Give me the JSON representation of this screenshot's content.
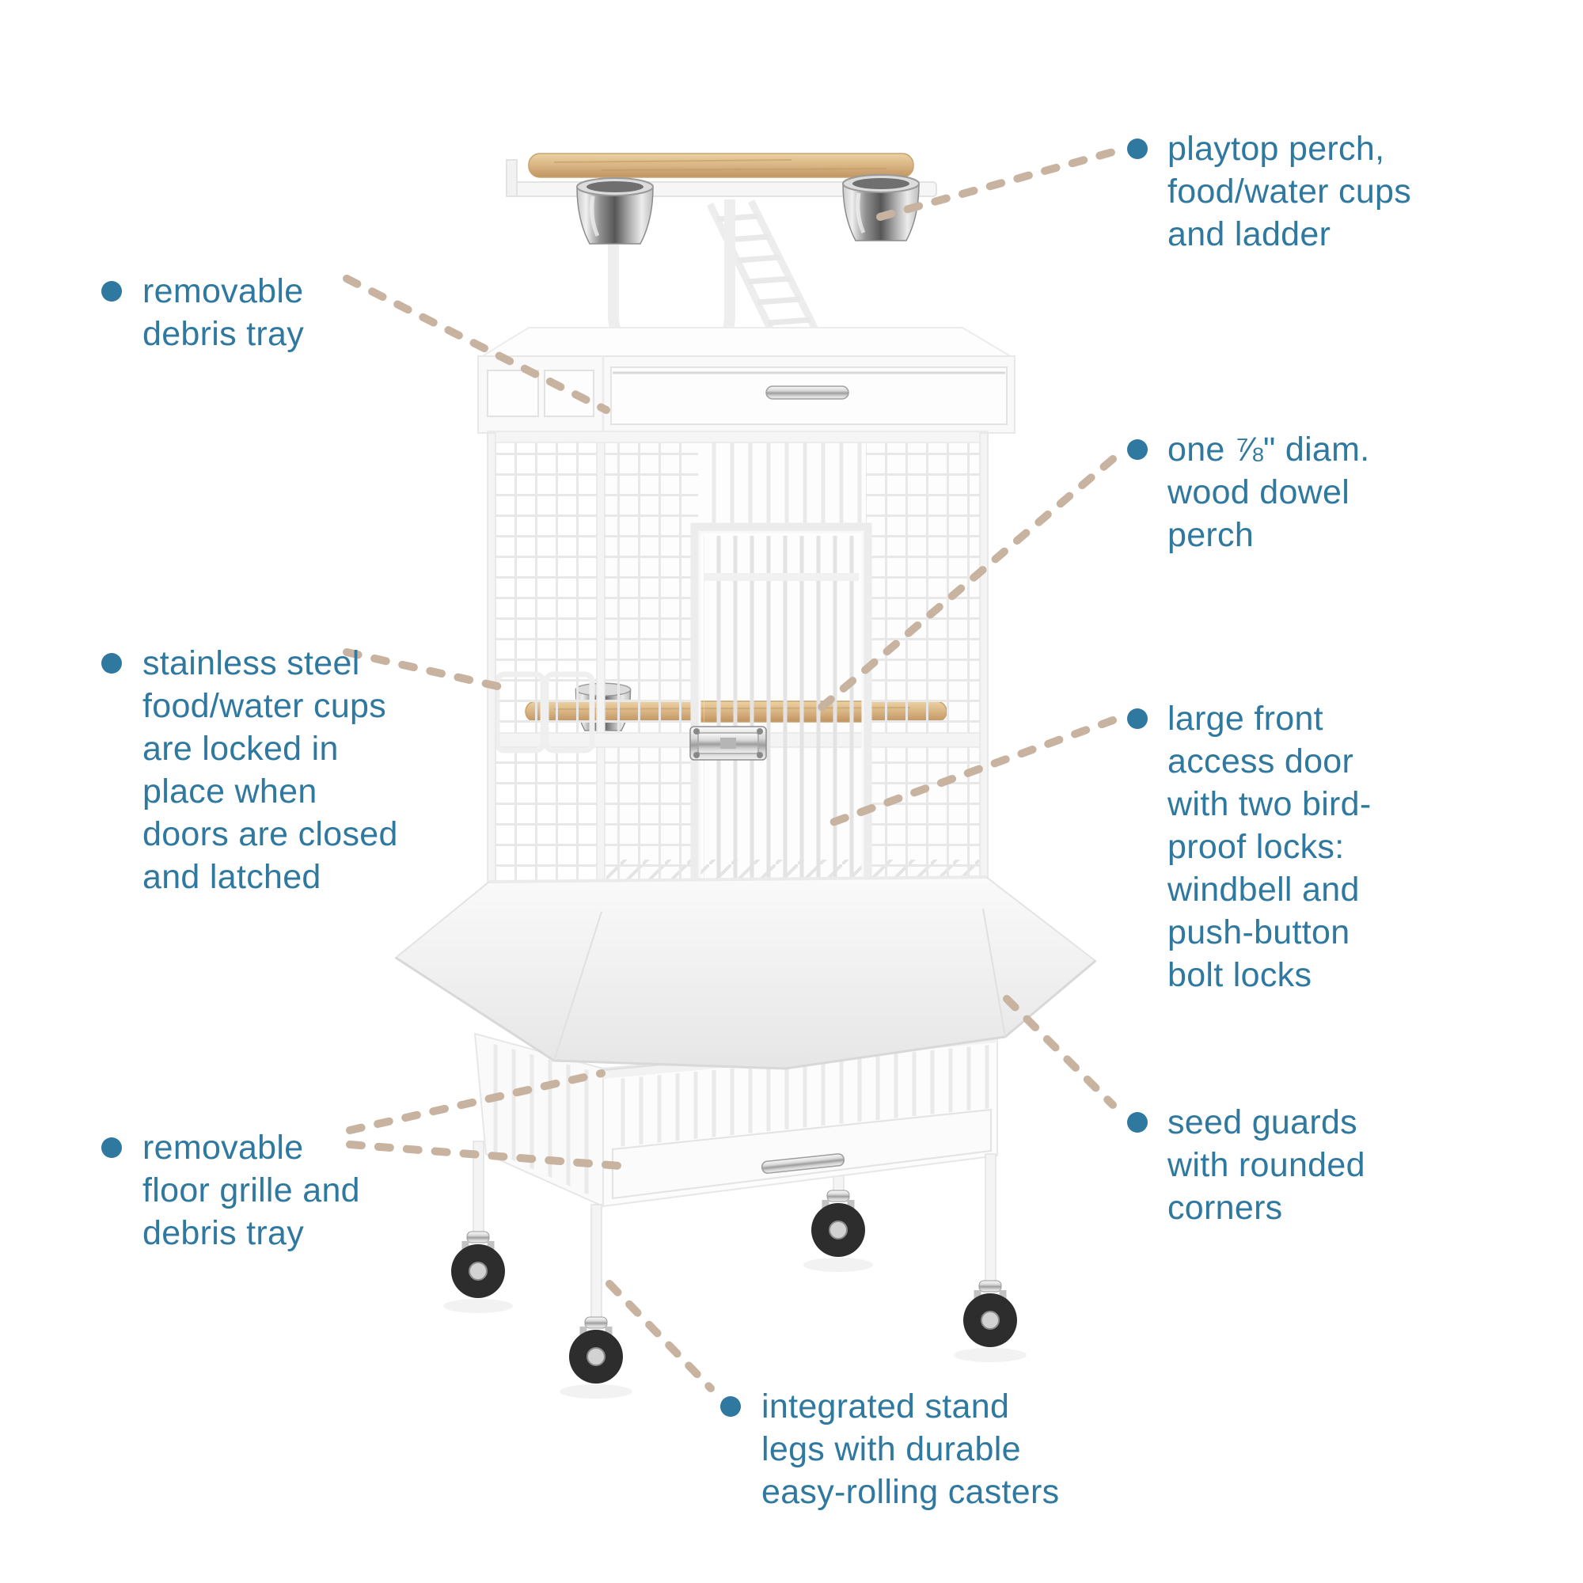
{
  "figure": {
    "subject": "white wrought-iron bird cage with playtop, seed guards and rolling stand",
    "style": "product feature diagram with dotted leader lines and bullet callouts"
  },
  "colors": {
    "background": "#ffffff",
    "callout_text": "#2f789f",
    "bullet_dot": "#2f789f",
    "leader_dots": "#c8b3a1",
    "cage_white": "#f7f7f7",
    "cage_edge": "#e8e8e8",
    "wood_perch": "#d9b583",
    "stainless_steel": "#8f8f8f",
    "caster_wheel": "#2d2d2d"
  },
  "callouts": [
    {
      "id": "playtop",
      "lines": [
        "playtop perch,",
        "food/water cups",
        "and ladder"
      ]
    },
    {
      "id": "debris-tray",
      "lines": [
        "removable",
        "debris tray"
      ]
    },
    {
      "id": "dowel-perch",
      "lines": [
        "one ⅞\" diam.",
        "wood dowel",
        "perch"
      ]
    },
    {
      "id": "cups-locked",
      "lines": [
        "stainless steel",
        "food/water cups",
        "are locked in",
        "place when",
        "doors are closed",
        "and latched"
      ]
    },
    {
      "id": "front-door",
      "lines": [
        "large front",
        "access door",
        "with two bird-",
        "proof locks:",
        "windbell and",
        "push-button",
        "bolt locks"
      ]
    },
    {
      "id": "seed-guards",
      "lines": [
        "seed guards",
        "with rounded",
        "corners"
      ]
    },
    {
      "id": "floor-grille",
      "lines": [
        "removable",
        "floor grille and",
        "debris tray"
      ]
    },
    {
      "id": "stand-legs",
      "lines": [
        "integrated stand",
        "legs with durable",
        "easy-rolling casters"
      ]
    }
  ]
}
